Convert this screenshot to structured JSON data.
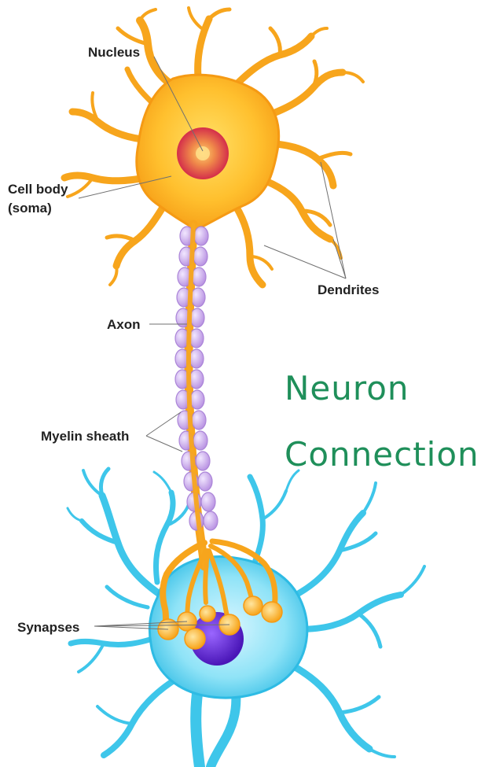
{
  "labels": {
    "nucleus": "Nucleus",
    "cell_body_1": "Cell body",
    "cell_body_2": "(soma)",
    "dendrites": "Dendrites",
    "axon": "Axon",
    "myelin": "Myelin sheath",
    "synapses": "Synapses"
  },
  "title": {
    "line1": "Neuron",
    "line2": "Connection"
  },
  "colors": {
    "soma": "#f7a51c",
    "soma_light": "#ffd24a",
    "nucleus_outer": "#d8304a",
    "nucleus_inner": "#f28a4a",
    "myelin": "#c7a5e6",
    "receiver": "#3ec6ea",
    "receiver_nucleus": "#6a2bd4",
    "title": "#1f8f5a"
  }
}
